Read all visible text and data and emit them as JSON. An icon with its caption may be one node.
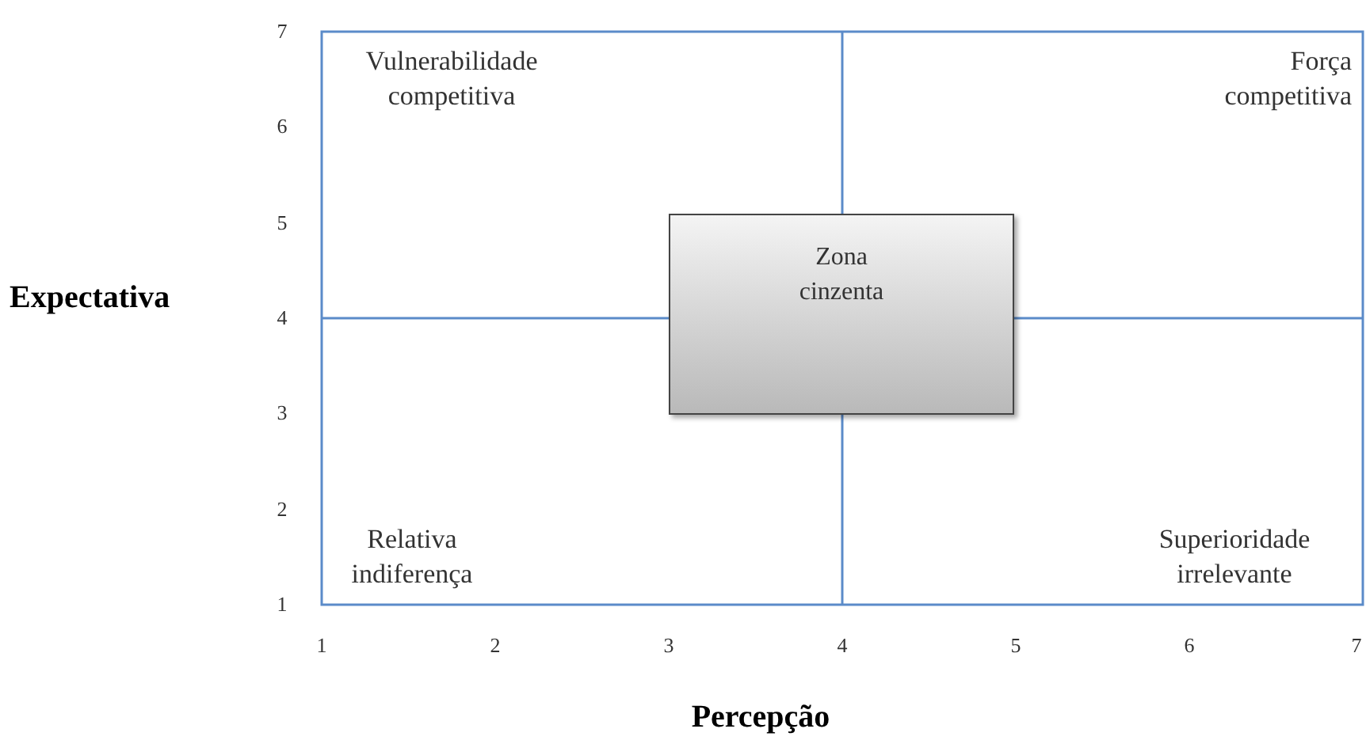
{
  "diagram": {
    "nodes": [
      {
        "text": [
          "Zona cinzenta"
        ]
      }
    ],
    "labels": [
      "7",
      "Vulnerabilidade competitiva",
      "Força competitiva",
      "6",
      "5",
      "Expectativa",
      "4",
      "3",
      "2",
      "Relativa indiferença",
      "Superioridade irrelevante",
      "1",
      "1",
      "2",
      "3",
      "4",
      "5",
      "6",
      "7",
      "Percepção"
    ]
  }
}
